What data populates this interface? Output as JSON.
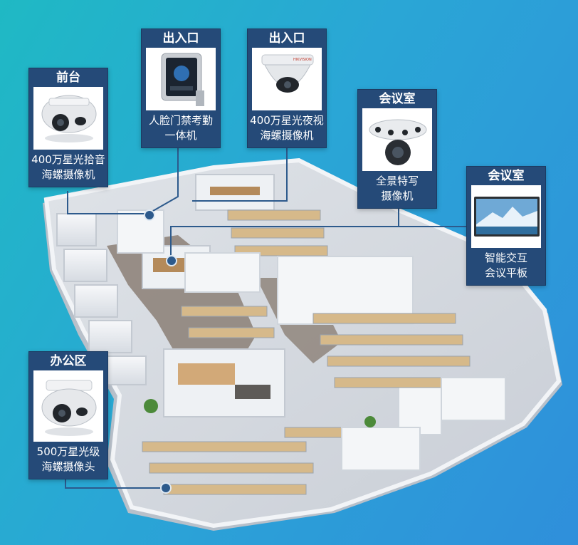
{
  "devices": [
    {
      "id": "front-desk",
      "area": "前台",
      "lines": [
        "400万星光拾音",
        "海螺摄像机"
      ],
      "icon": "turret-camera-icon"
    },
    {
      "id": "entrance-face",
      "area": "出入口",
      "lines": [
        "人脸门禁考勤",
        "一体机"
      ],
      "icon": "face-terminal-icon"
    },
    {
      "id": "entrance-cam",
      "area": "出入口",
      "lines": [
        "400万星光夜视",
        "海螺摄像机"
      ],
      "icon": "turret-camera-icon"
    },
    {
      "id": "meeting-pano",
      "area": "会议室",
      "lines": [
        "全景特写",
        "摄像机"
      ],
      "icon": "panoramic-camera-icon"
    },
    {
      "id": "meeting-panel",
      "area": "会议室",
      "lines": [
        "智能交互",
        "会议平板"
      ],
      "icon": "smart-panel-icon"
    },
    {
      "id": "office",
      "area": "办公区",
      "lines": [
        "500万星光级",
        "海螺摄像头"
      ],
      "icon": "turret-camera-icon"
    }
  ],
  "brand": "HIKVISION",
  "colors": {
    "card": "#254a78",
    "line": "#2d5a8c",
    "bg_start": "#1fb9c4",
    "bg_end": "#2f8fdb"
  }
}
